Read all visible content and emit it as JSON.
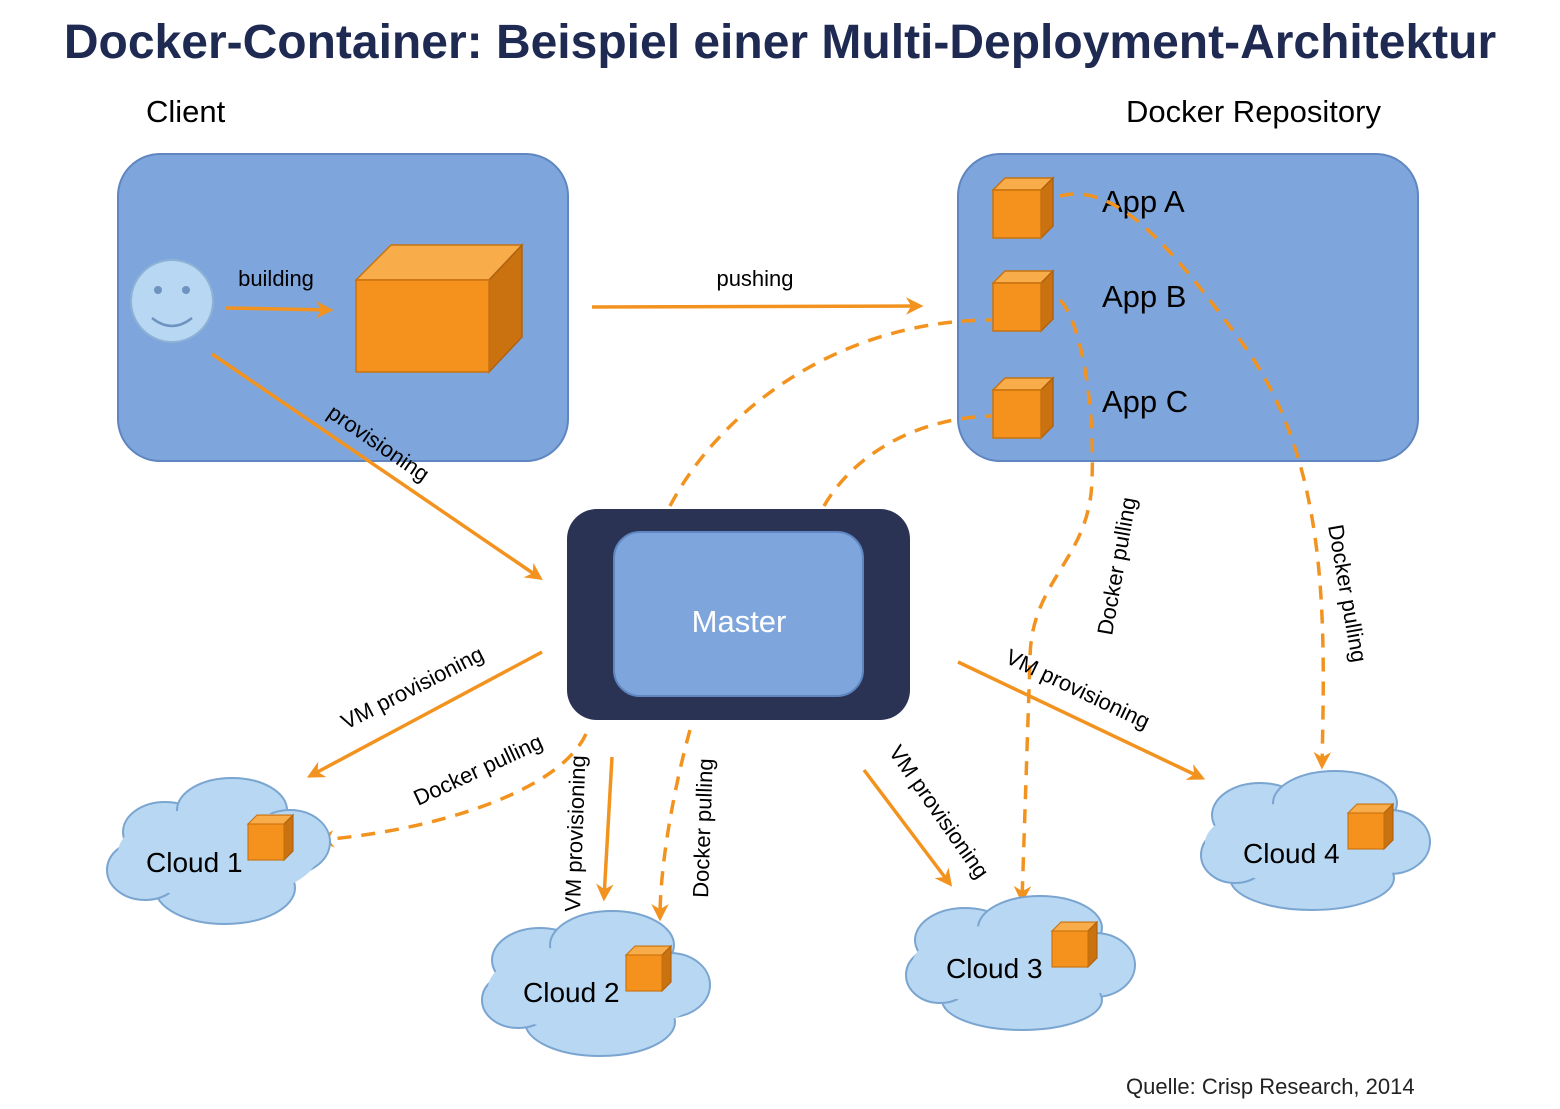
{
  "title": "Docker-Container: Beispiel einer Multi-Deployment-Architektur",
  "headings": {
    "client": "Client",
    "repository": "Docker Repository"
  },
  "apps": {
    "a": "App A",
    "b": "App B",
    "c": "App C"
  },
  "master": "Master",
  "clouds": {
    "c1": "Cloud 1",
    "c2": "Cloud 2",
    "c3": "Cloud 3",
    "c4": "Cloud 4"
  },
  "labels": {
    "building": "building",
    "pushing": "pushing",
    "provisioning": "provisioning",
    "vm_provisioning": "VM provisioning",
    "docker_pulling": "Docker pulling"
  },
  "source": "Quelle: Crisp Research, 2014",
  "colors": {
    "panel": "#7ea6dc",
    "panel_border": "#5f86c0",
    "master_outer": "#2a3354",
    "cloud": "#b7d7f2",
    "box": "#f5921e",
    "arrow": "#f3931f",
    "title": "#1f2a52"
  }
}
